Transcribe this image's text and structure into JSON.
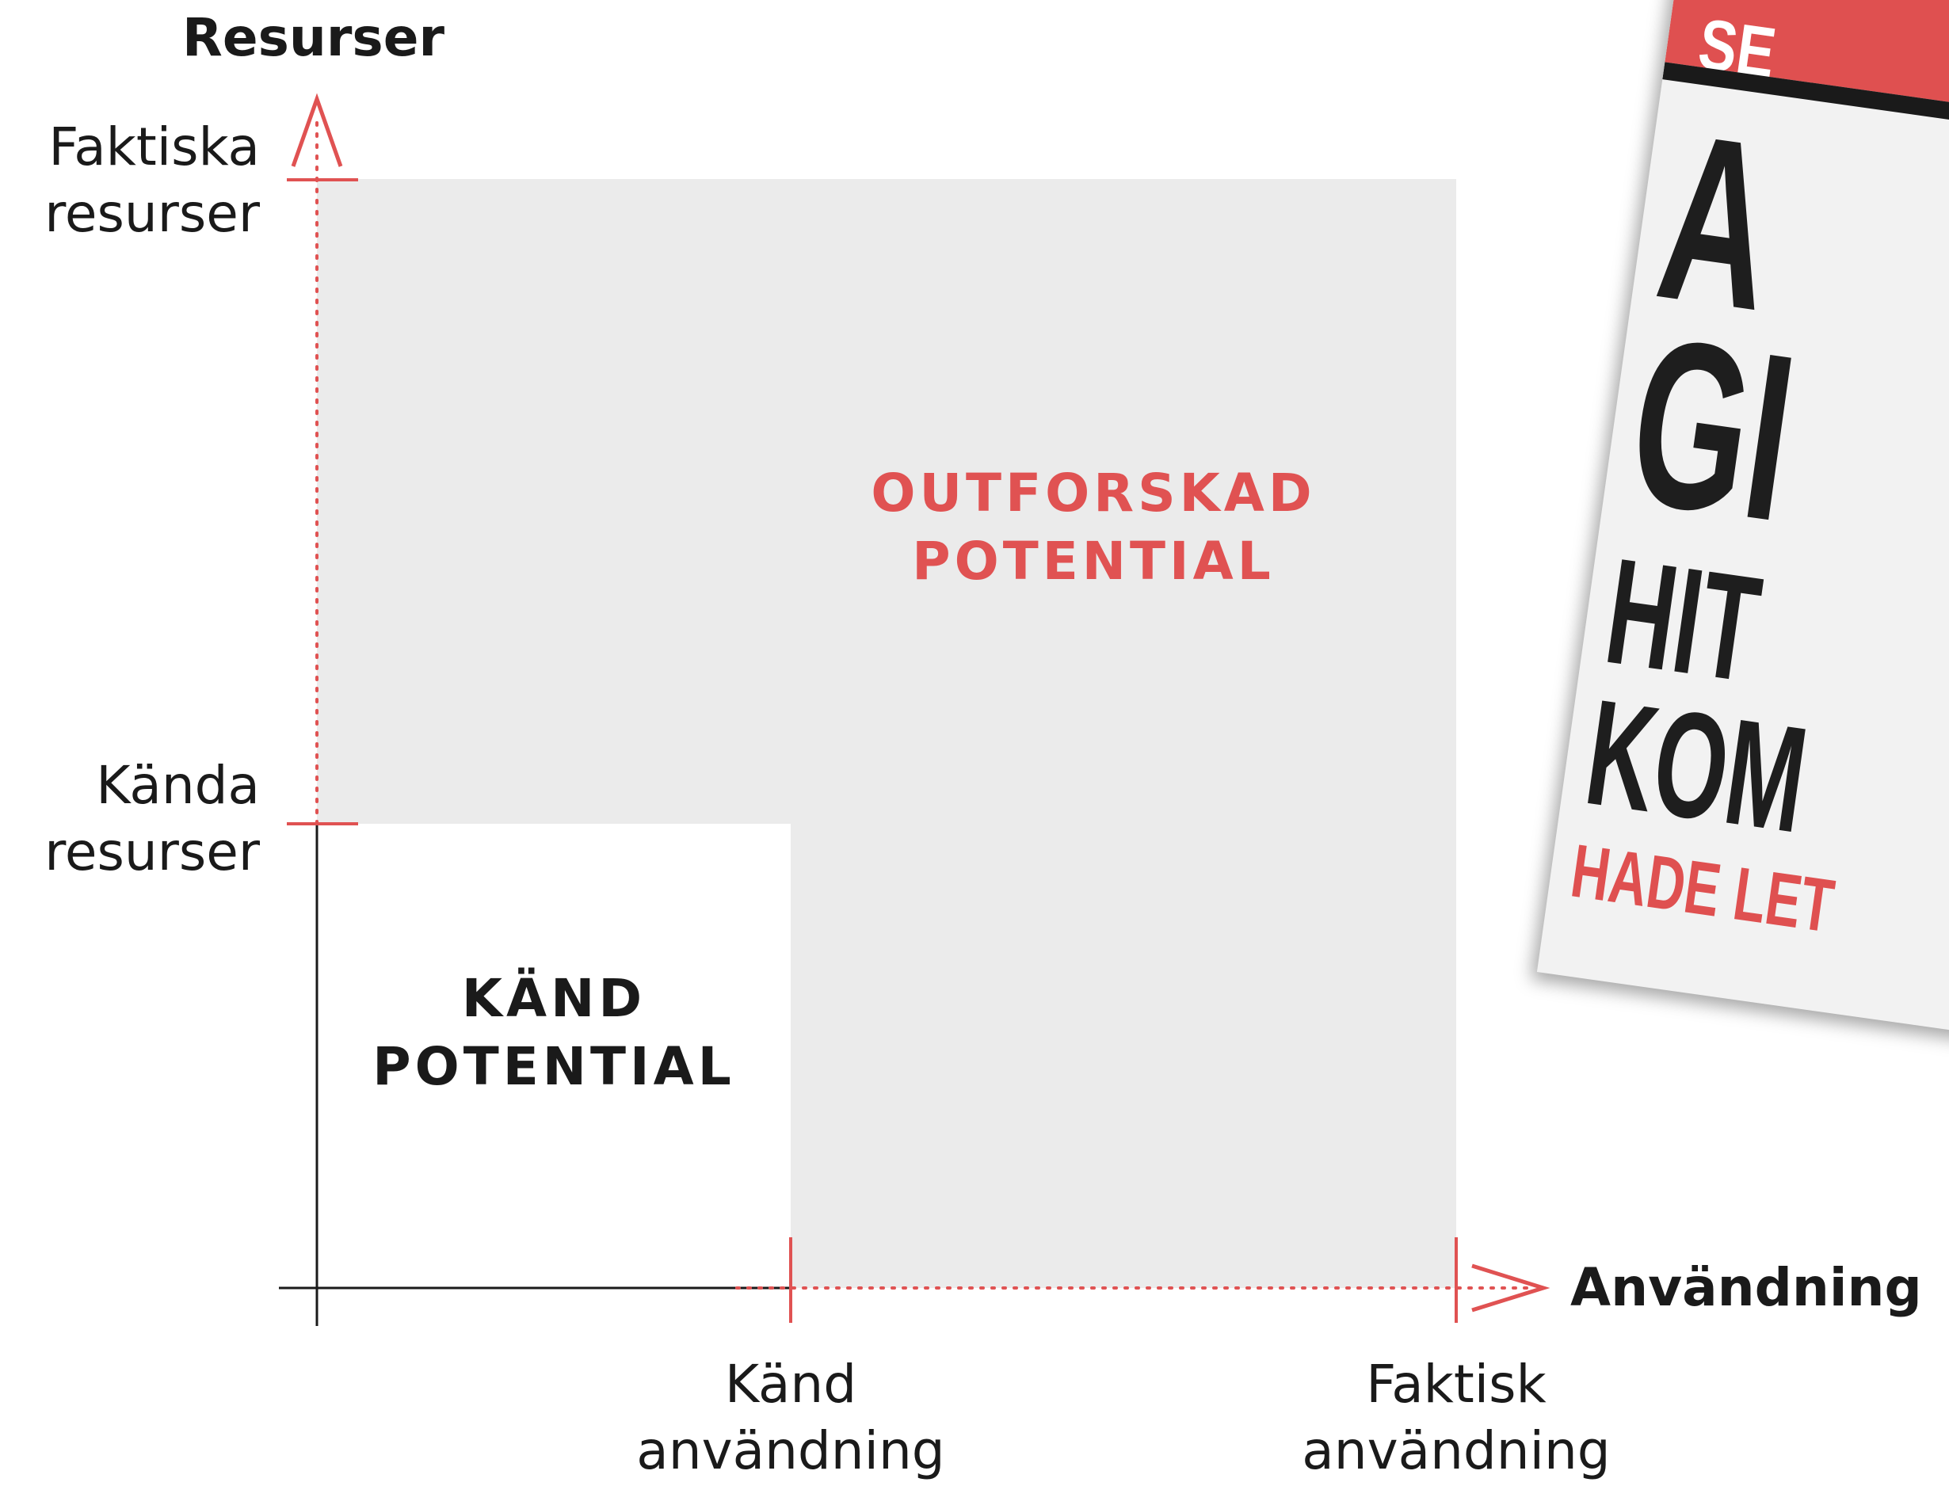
{
  "diagram": {
    "y_axis_title": "Resurser",
    "x_axis_title": "Användning",
    "y_labels": {
      "actual": [
        "Faktiska",
        "resurser"
      ],
      "known": [
        "Kända",
        "resurser"
      ]
    },
    "x_labels": {
      "known": [
        "Känd",
        "användning"
      ],
      "actual": [
        "Faktisk",
        "användning"
      ]
    },
    "regions": {
      "known": [
        "KÄND",
        "POTENTIAL"
      ],
      "unexplored": [
        "OUTFORSKAD",
        "POTENTIAL"
      ]
    },
    "colors": {
      "accent": "#e05252",
      "area": "#ebebeb",
      "axis": "#1a1a1a",
      "text": "#1a1a1a"
    }
  },
  "book_cover": {
    "band_text": "SE",
    "lines": [
      "A",
      "GI",
      "HIT",
      "KOM",
      "HADE LET"
    ]
  }
}
